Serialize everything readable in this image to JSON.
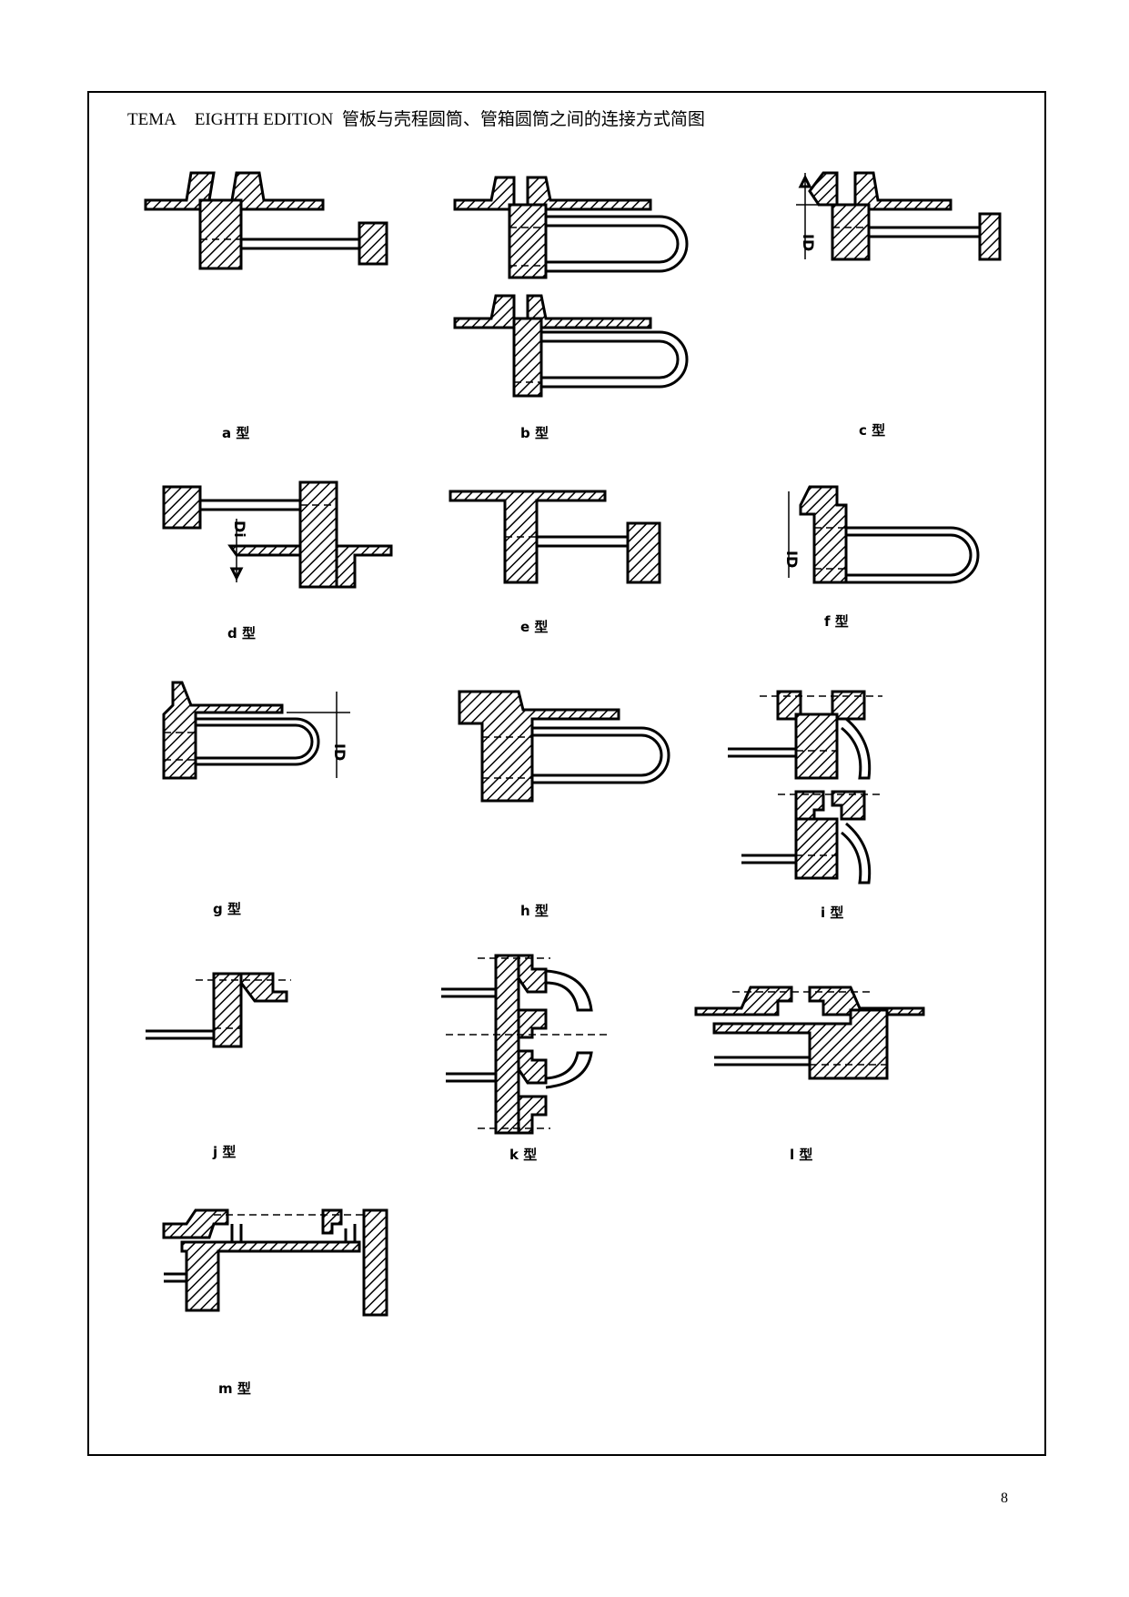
{
  "header": {
    "left": "TEMA",
    "edition": "EIGHTH EDITION",
    "title": "管板与壳程圆筒、管箱圆筒之间的连接方式简图"
  },
  "captions": {
    "a": "a 型",
    "b": "b 型",
    "c": "c 型",
    "d": "d 型",
    "e": "e 型",
    "f": "f 型",
    "g": "g 型",
    "h": "h 型",
    "i": "i 型",
    "j": "j 型",
    "k": "k 型",
    "l": "l 型",
    "m": "m 型"
  },
  "labels": {
    "id": "ID",
    "di": "Di"
  },
  "page_number": "8"
}
